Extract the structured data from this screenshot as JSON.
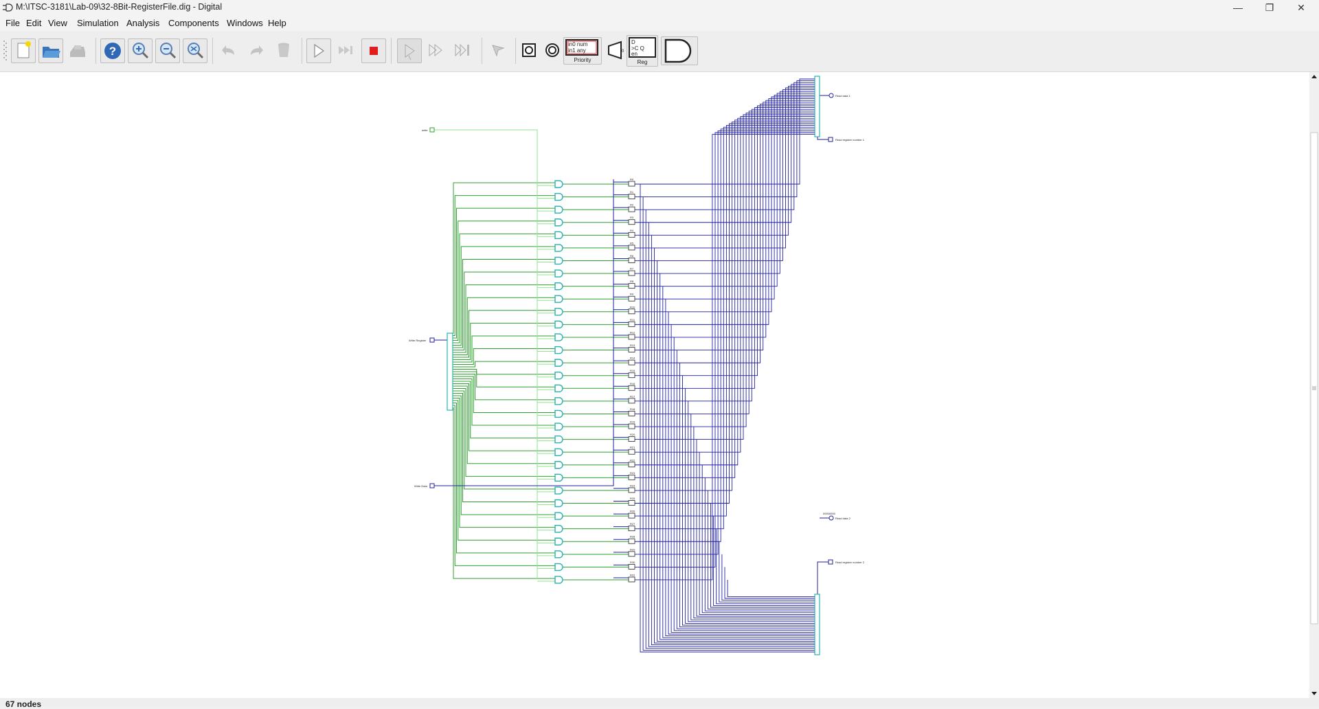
{
  "window": {
    "title": "M:\\ITSC-3181\\Lab-09\\32-8Bit-RegisterFile.dig - Digital",
    "controls": {
      "minimize": "—",
      "maximize": "❐",
      "close": "✕"
    }
  },
  "menu": [
    "File",
    "Edit",
    "View",
    "Simulation",
    "Analysis",
    "Components",
    "Windows",
    "Help"
  ],
  "toolbar": {
    "buttons": [
      {
        "name": "new-icon",
        "enabled": true
      },
      {
        "name": "open-icon",
        "enabled": true
      },
      {
        "name": "save-icon",
        "enabled": false
      },
      {
        "name": "help-icon",
        "enabled": true
      },
      {
        "name": "zoom-in-icon",
        "enabled": true
      },
      {
        "name": "zoom-out-icon",
        "enabled": true
      },
      {
        "name": "fit-to-window-icon",
        "enabled": true
      },
      {
        "name": "undo-icon",
        "enabled": false
      },
      {
        "name": "redo-icon",
        "enabled": false
      },
      {
        "name": "delete-icon",
        "enabled": false
      },
      {
        "name": "start-simulation-icon",
        "enabled": true
      },
      {
        "name": "step-icon",
        "enabled": false
      },
      {
        "name": "stop-simulation-icon",
        "enabled": true
      },
      {
        "name": "single-gate-step-icon",
        "enabled": false
      },
      {
        "name": "run-to-break-icon",
        "enabled": false
      },
      {
        "name": "fast-run-icon",
        "enabled": false
      },
      {
        "name": "analysis-icon",
        "enabled": false
      }
    ],
    "recent_components": {
      "priority": {
        "line1": "in0 num",
        "line2": "in1 any",
        "label": "Priority"
      },
      "register": {
        "line1": "D",
        "line2": ">C  Q",
        "line3": "en",
        "label": "Reg"
      }
    }
  },
  "circuit": {
    "inputs": {
      "write": "write",
      "write_register": "Write Register",
      "write_data": "Write Data",
      "read_register_1": "Read register number 1",
      "read_register_2": "Read register number 2"
    },
    "outputs": {
      "read_data_1": "Read data 1",
      "read_data_2": "Read data 2"
    },
    "mux2_caption": "00000000",
    "register_labels": [
      "R0",
      "R1",
      "R2",
      "R3",
      "R4",
      "R5",
      "R6",
      "R7",
      "R8",
      "R9",
      "R10",
      "R11",
      "R12",
      "R13",
      "R14",
      "R15",
      "R16",
      "R17",
      "R18",
      "R19",
      "R20",
      "R21",
      "R22",
      "R23",
      "R24",
      "R25",
      "R26",
      "R27",
      "R28",
      "R29",
      "R30",
      "R31"
    ]
  },
  "colors": {
    "control_wire": "#2ca02c",
    "light_wire": "#8ee68e",
    "data_wire": "#1f1fa0",
    "component_outline": "#2ab0b0"
  },
  "status": "67 nodes"
}
